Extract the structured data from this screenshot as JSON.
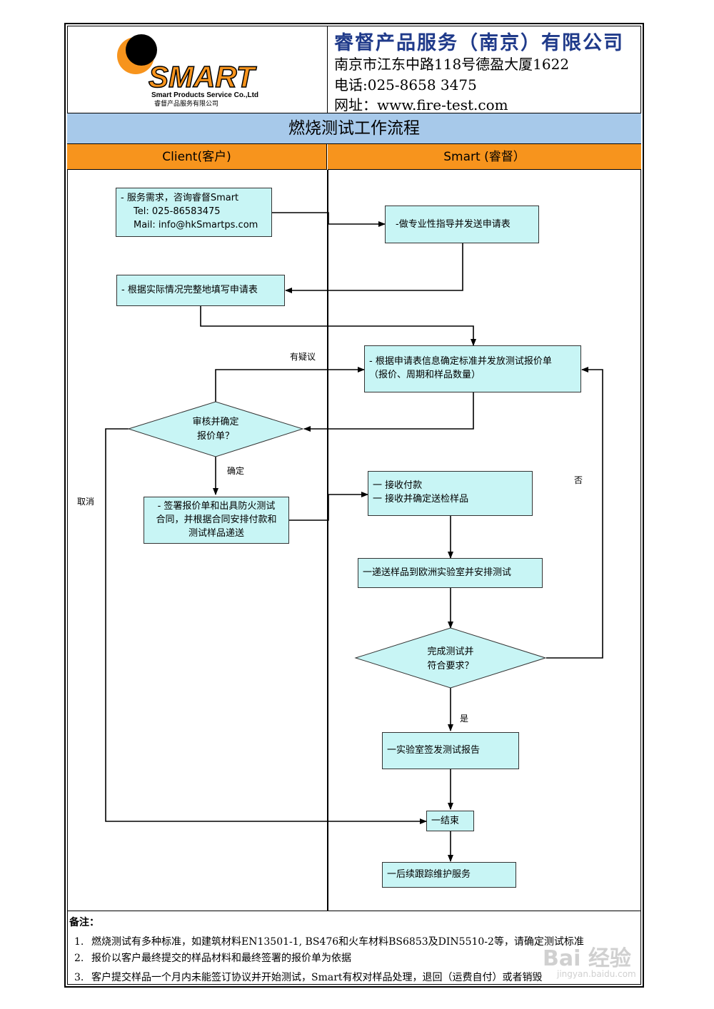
{
  "header": {
    "logo": {
      "word": "SMART",
      "subtitle": "Smart Products Service Co.,Ltd",
      "cn": "睿督产品服务有限公司"
    },
    "company_name": "睿督产品服务（南京）有限公司",
    "address": "南京市江东中路118号德盈大厦1622",
    "phone": "电话:025-8658 3475",
    "website": "网址：www.fire-test.com"
  },
  "title": "燃烧测试工作流程",
  "lanes": {
    "client": "Client(客户)",
    "smart": "Smart (睿督）"
  },
  "nodes": {
    "request": [
      "- 服务需求，咨询睿督Smart",
      "Tel: 025-86583475",
      "Mail: info@hkSmartps.com"
    ],
    "guide": "-做专业性指导并发送申请表",
    "fill_form": "- 根据实际情况完整地填写申请表",
    "quote": [
      "- 根据申请表信息确定标准并发放测试报价单",
      "（报价、周期和样品数量）"
    ],
    "review": [
      "审核并确定",
      "报价单？"
    ],
    "sign": [
      "- 签署报价单和出具防火测试",
      "合同，并根据合同安排付款和",
      "测试样品递送"
    ],
    "receive": [
      "一 接收付款",
      "一 接收并确定送检样品"
    ],
    "send_lab": "一递送样品到欧洲实验室并安排测试",
    "complete": [
      "完成测试并",
      "符合要求？"
    ],
    "report": "一实验室签发测试报告",
    "end": "一结束",
    "follow": "一后续跟踪维护服务"
  },
  "edge_labels": {
    "doubt": "有疑议",
    "confirm": "确定",
    "cancel": "取消",
    "no": "否",
    "yes": "是"
  },
  "notes": {
    "title": "备注：",
    "items": [
      {
        "num": "1.",
        "text": "燃烧测试有多种标准，如建筑材料EN13501-1, BS476和火车材料BS6853及DIN5510-2等，请确定测试标准"
      },
      {
        "num": "2.",
        "text": "报价以客户最终提交的样品材料和最终签署的报价单为依据"
      },
      {
        "num": "3.",
        "text": "客户提交样品一个月内未能签订协议并开始测试，Smart有权对样品处理，退回（运费自付）或者销毁"
      }
    ]
  },
  "watermark": {
    "main": "Bai 经验",
    "sub": "jingyan.baidu.com"
  },
  "colors": {
    "box_fill": "#c8f5f5",
    "title_band": "#a7c9ea",
    "lane_header": "#f7941d",
    "company_name": "#1f3a8a",
    "logo_orange": "#f7941d"
  }
}
